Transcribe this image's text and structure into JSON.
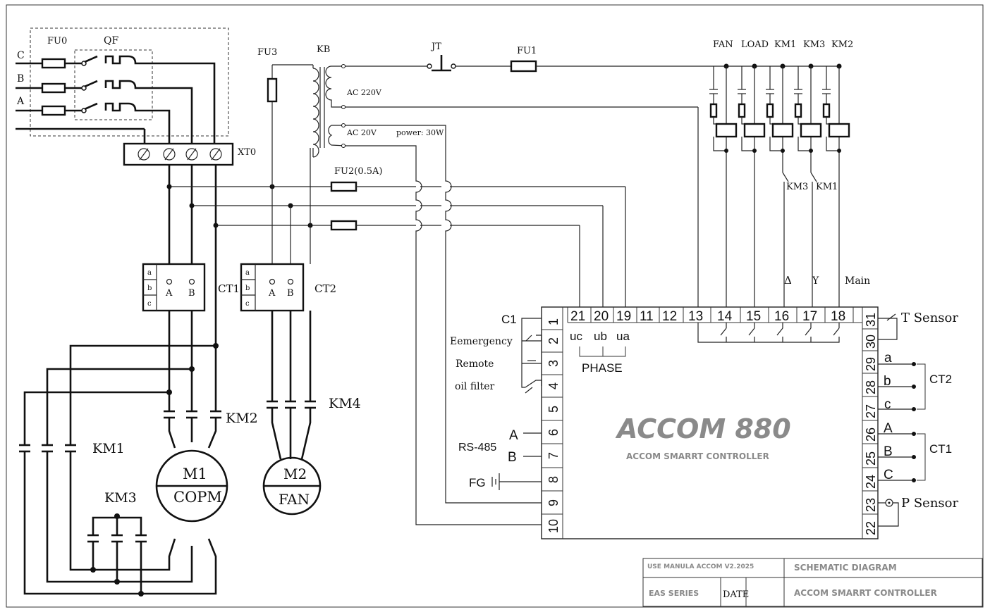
{
  "labels": {
    "fu0": "FU0",
    "qf": "QF",
    "phase_c": "C",
    "phase_b": "B",
    "phase_a": "A",
    "xt0": "XT0",
    "fu3": "FU3",
    "kb": "KB",
    "ac220": "AC 220V",
    "ac20": "AC 20V",
    "power": "power: 30W",
    "jt": "JT",
    "fu1": "FU1",
    "fu2": "FU2(0.5A)",
    "fan": "FAN",
    "load": "LOAD",
    "km1": "KM1",
    "km3": "KM3",
    "km2": "KM2",
    "km4": "KM4",
    "km3_il": "KM3",
    "km1_il": "KM1",
    "delta": "Δ",
    "y": "Y",
    "main": "Main",
    "ct1": "CT1",
    "ct2": "CT2",
    "ct_a": "a",
    "ct_b": "b",
    "ct_c": "c",
    "ct_A": "A",
    "ct_B": "B",
    "m1": "M1",
    "copm": "COPM",
    "m2": "M2",
    "fan_motor": "FAN"
  },
  "controller": {
    "logo": "ACCOM 880",
    "subtitle": "ACCOM SMARRT CONTROLLER",
    "left_terminals": [
      "1",
      "2",
      "3",
      "4",
      "5",
      "6",
      "7",
      "8",
      "9",
      "10"
    ],
    "top_terminals": [
      "21",
      "20",
      "19",
      "11",
      "12",
      "13",
      "14",
      "15",
      "16",
      "17",
      "18"
    ],
    "right_terminals": [
      "31",
      "30",
      "29",
      "28",
      "27",
      "26",
      "25",
      "24",
      "23",
      "22"
    ],
    "phase_labels": [
      "uc",
      "ub",
      "ua"
    ],
    "phase": "PHASE",
    "c1": "C1",
    "emergency": "Eemergency",
    "remote": "Remote",
    "oil_filter": "oil filter",
    "rs485": "RS-485",
    "rs_a": "A",
    "rs_b": "B",
    "fg": "FG",
    "t_sensor": "T Sensor",
    "p_sensor": "P Sensor",
    "ct2": "CT2",
    "ct1": "CT1",
    "ct2_a": "a",
    "ct2_b": "b",
    "ct2_c": "c",
    "ct1_A": "A",
    "ct1_B": "B",
    "ct1_C": "C"
  },
  "title_block": {
    "manual": "USE MANULA ACCOM V2.2025",
    "diagram": "SCHEMATIC DIAGRAM",
    "series": "EAS SERIES",
    "date": "DATE",
    "product": "ACCOM SMARRT CONTROLLER"
  }
}
